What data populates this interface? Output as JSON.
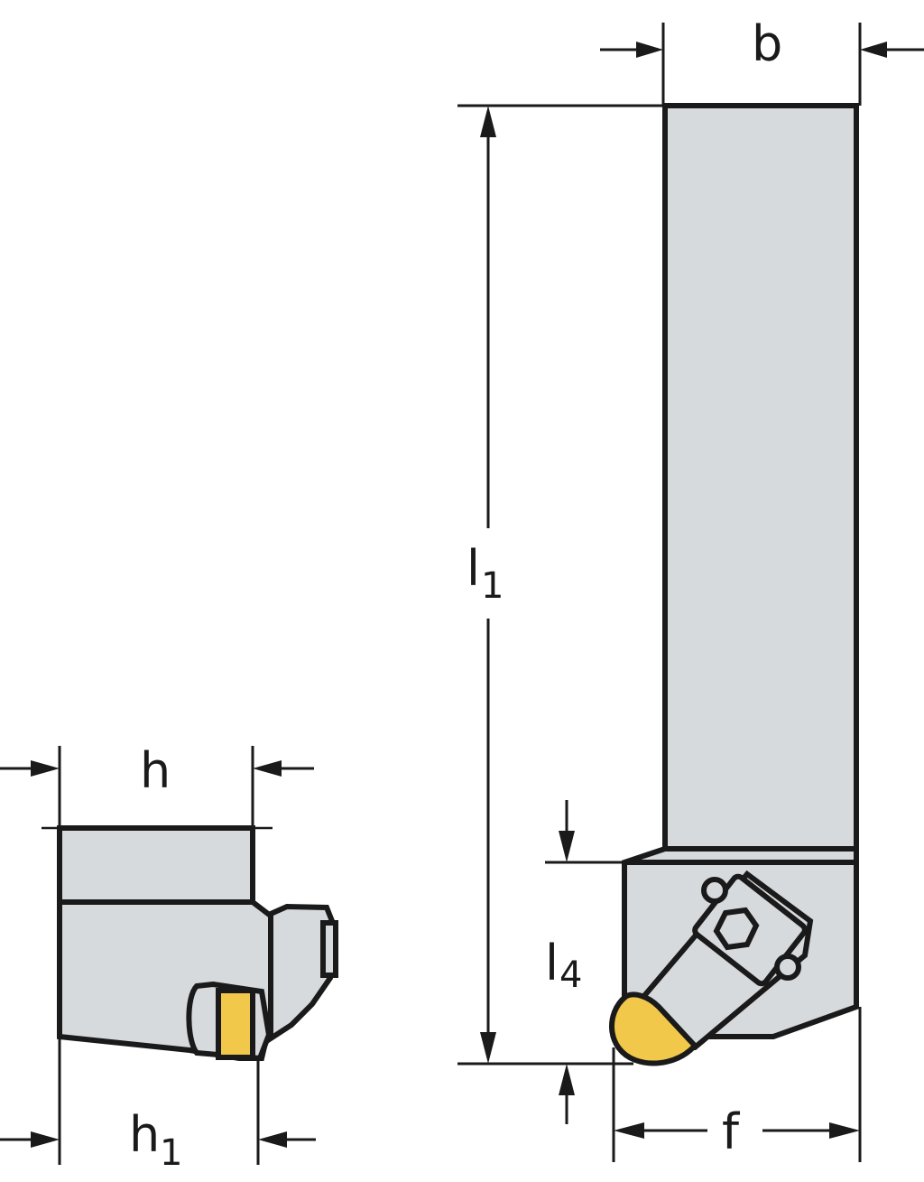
{
  "dimensions": {
    "b": "b",
    "l": "l",
    "l_sub": "1",
    "l4": "l",
    "l4_sub": "4",
    "f": "f",
    "h": "h",
    "h1": "h",
    "h1_sub": "1"
  },
  "colors": {
    "body": "#d6dadd",
    "insert": "#f2c84b",
    "line": "#1a1a1a"
  }
}
